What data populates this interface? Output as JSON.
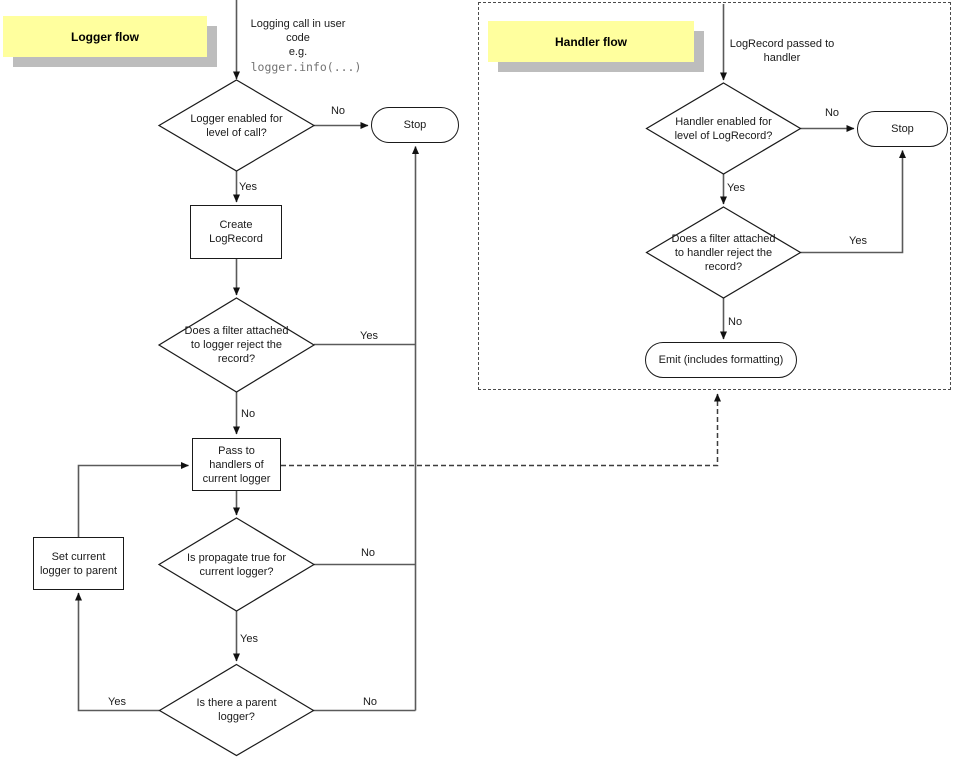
{
  "palette": {
    "sticky_bg": "#FFFF9E",
    "sticky_shadow": "#BDBDBD",
    "connector": "#5A5A5A",
    "shape_border": "#1A1A1A",
    "code_text": "#737373",
    "dashed_line": "#3D3D3D"
  },
  "logger_flow": {
    "title": "Logger flow",
    "entry": {
      "text": "Logging call in user\ncode\ne.g.",
      "code": "logger.info(...)"
    },
    "nodes": {
      "level_check": "Logger enabled for\nlevel of call?",
      "stop": "Stop",
      "create": "Create\nLogRecord",
      "filter_check": "Does a filter attached\nto logger reject the\nrecord?",
      "pass_handlers": "Pass to\nhandlers of\ncurrent logger",
      "propagate_check": "Is propagate true for\ncurrent logger?",
      "parent_check": "Is there a parent\nlogger?",
      "set_parent": "Set current\nlogger to parent"
    },
    "edges": {
      "level_no": "No",
      "level_yes": "Yes",
      "filter_yes": "Yes",
      "filter_no": "No",
      "propagate_no": "No",
      "propagate_yes": "Yes",
      "parent_yes": "Yes",
      "parent_no": "No"
    }
  },
  "handler_flow": {
    "title": "Handler flow",
    "entry": {
      "text": "LogRecord passed to\nhandler"
    },
    "nodes": {
      "level_check": "Handler enabled for\nlevel of LogRecord?",
      "stop": "Stop",
      "filter_check": "Does a filter attached\nto handler reject the\nrecord?",
      "emit": "Emit (includes formatting)"
    },
    "edges": {
      "level_no": "No",
      "level_yes": "Yes",
      "filter_yes": "Yes",
      "filter_no": "No"
    }
  }
}
